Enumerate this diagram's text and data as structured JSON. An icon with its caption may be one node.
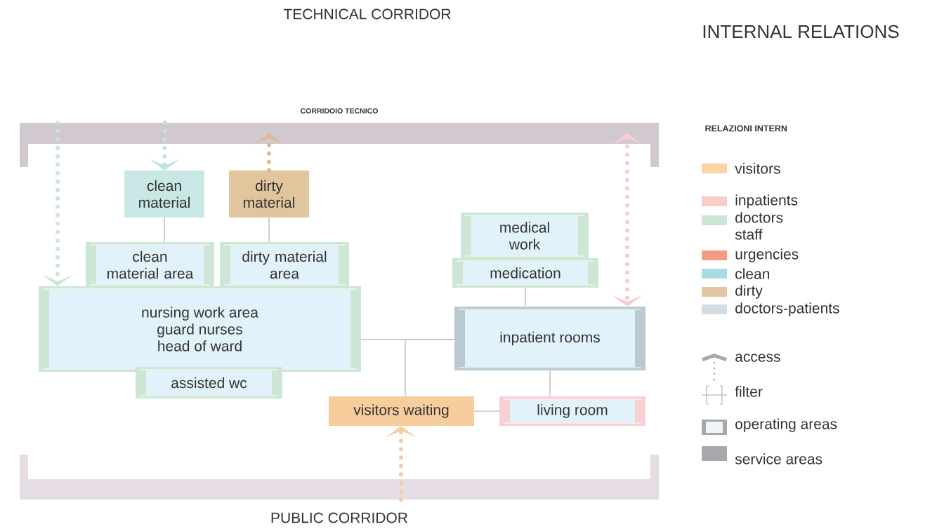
{
  "diagram": {
    "title": "INTERNAL RELATIONS",
    "nodes": [
      {
        "text": [
          "CORRIDOIO TECNICO"
        ]
      },
      {
        "text": [
          "clean material"
        ]
      },
      {
        "text": [
          "dirty material"
        ]
      },
      {
        "text": [
          "clean material area"
        ]
      },
      {
        "text": [
          "dirty material area"
        ]
      },
      {
        "text": [
          "nursing work area",
          "guard nurses",
          "head of ward"
        ]
      },
      {
        "text": [
          "assisted wc"
        ]
      },
      {
        "text": [
          "medical work"
        ]
      },
      {
        "text": [
          "medication"
        ]
      },
      {
        "text": [
          "inpatient rooms"
        ]
      },
      {
        "text": [
          "visitors waiting"
        ]
      },
      {
        "text": [
          "living room"
        ]
      },
      {
        "text": [
          "PUBLIC CORRIDOR"
        ]
      }
    ],
    "edges": [
      {
        "from": 0,
        "to": 5,
        "arrow": "to",
        "style": "dashed",
        "color": "#cce6d6"
      },
      {
        "from": 0,
        "to": 1,
        "arrow": "to",
        "style": "dashed",
        "color": "#bfe3e3"
      },
      {
        "from": 2,
        "to": 0,
        "arrow": "to",
        "style": "dashed",
        "color": "#dcbc8e"
      },
      {
        "from": 0,
        "to": 9,
        "arrow": "both",
        "style": "dashed",
        "color": "#f7cdd0"
      },
      {
        "from": 12,
        "to": 10,
        "arrow": "to",
        "style": "dashed",
        "color": "#f8cd9c"
      },
      {
        "from": 1,
        "to": 3,
        "arrow": "none"
      },
      {
        "from": 2,
        "to": 4,
        "arrow": "none"
      },
      {
        "from": 5,
        "to": 9,
        "arrow": "none"
      },
      {
        "from": 10,
        "to": 9,
        "arrow": "none"
      },
      {
        "from": 8,
        "to": 9,
        "arrow": "none"
      },
      {
        "from": 9,
        "to": 11,
        "arrow": "none"
      },
      {
        "from": 10,
        "to": 11,
        "arrow": "none"
      }
    ],
    "labels": [
      "TECHNICAL CORRIDOR",
      "RELAZIONI INTERN"
    ],
    "legend": [
      {
        "text": "visitors",
        "color": "#fbd3a4"
      },
      {
        "text": "inpatients",
        "color": "#f9cdc7"
      },
      {
        "text": "doctors staff",
        "color": "#cce6d3"
      },
      {
        "text": "urgencies",
        "color": "#f49b85"
      },
      {
        "text": "clean",
        "color": "#a9dce1"
      },
      {
        "text": "dirty",
        "color": "#e1c7a1"
      },
      {
        "text": "doctors-patients",
        "color": "#d3dce3"
      },
      {
        "text": "access"
      },
      {
        "text": "filter"
      },
      {
        "text": "operating areas"
      },
      {
        "text": "service areas",
        "color": "#a7a8ab"
      }
    ]
  }
}
